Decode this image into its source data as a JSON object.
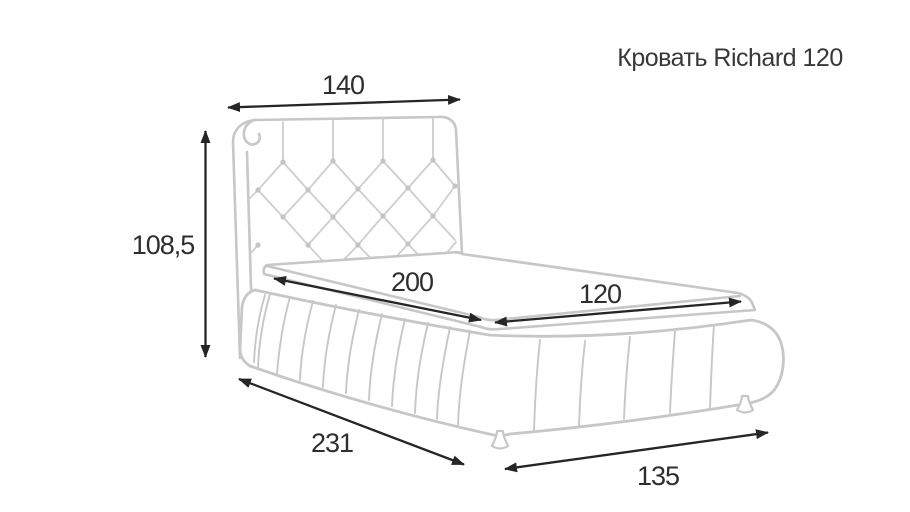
{
  "title": "Кровать Richard 120",
  "diagram": {
    "object": "upholstered-bed-dimension-drawing",
    "dimensions": {
      "headboard_width": "140",
      "height": "108,5",
      "mattress_length": "200",
      "mattress_width": "120",
      "base_length": "231",
      "base_width": "135"
    }
  },
  "colors": {
    "background": "#ffffff",
    "bed_outline": "#c7c7c7",
    "dimension_lines": "#262626",
    "text": "#2e2e2e"
  }
}
